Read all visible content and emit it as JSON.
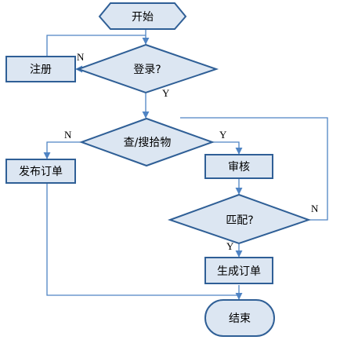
{
  "nodes": {
    "start": "开始",
    "register": "注册",
    "login": "登录?",
    "search": "查/搜拾物",
    "publish": "发布订单",
    "review": "审核",
    "match": "匹配?",
    "generate": "生成订单",
    "end": "结束"
  },
  "edge_labels": {
    "login_no": "N",
    "login_yes": "Y",
    "search_no": "N",
    "search_yes": "Y",
    "match_no": "N",
    "match_yes": "Y"
  },
  "colors": {
    "shape_fill": "#dce6f2",
    "shape_stroke": "#2f5f96",
    "connector": "#4f84c4"
  }
}
